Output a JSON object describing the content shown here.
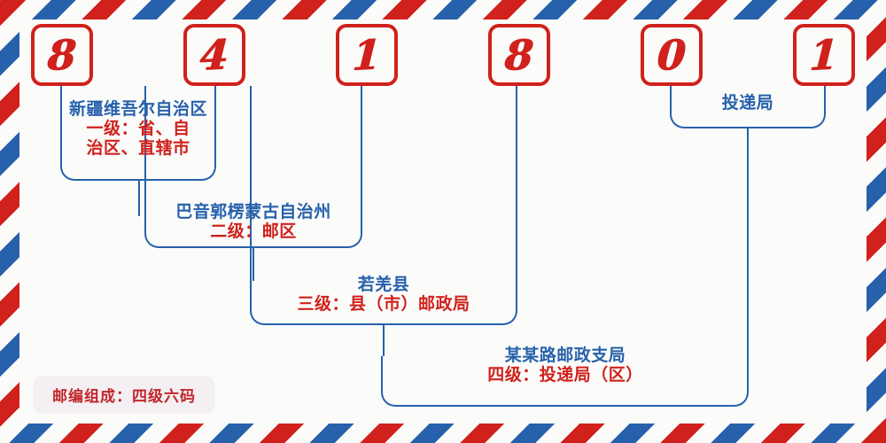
{
  "postcode": {
    "full": "841801",
    "digits": [
      {
        "value": "8",
        "name": "digit-1"
      },
      {
        "value": "4",
        "name": "digit-2"
      },
      {
        "value": "1",
        "name": "digit-3"
      },
      {
        "value": "8",
        "name": "digit-4"
      },
      {
        "value": "0",
        "name": "digit-5"
      },
      {
        "value": "1",
        "name": "digit-6"
      }
    ]
  },
  "levels": [
    {
      "name": "新疆维吾尔自治区",
      "level_line1": "一级：省、自",
      "level_line2": "治区、直辖市"
    },
    {
      "name": "巴音郭楞蒙古自治州",
      "level": "二级：邮区"
    },
    {
      "name": "若羌县",
      "level": "三级：县（市）邮政局"
    },
    {
      "name": "某某路邮政支局",
      "level": "四级：投递局（区）"
    }
  ],
  "delivery_office": {
    "name": "投递局"
  },
  "footer": {
    "badge": "邮编组成：四级六码"
  },
  "colors": {
    "red": "#d0211c",
    "blue": "#2761ab",
    "paper": "#fbfcfa",
    "badge_bg": "#f4eff2"
  }
}
